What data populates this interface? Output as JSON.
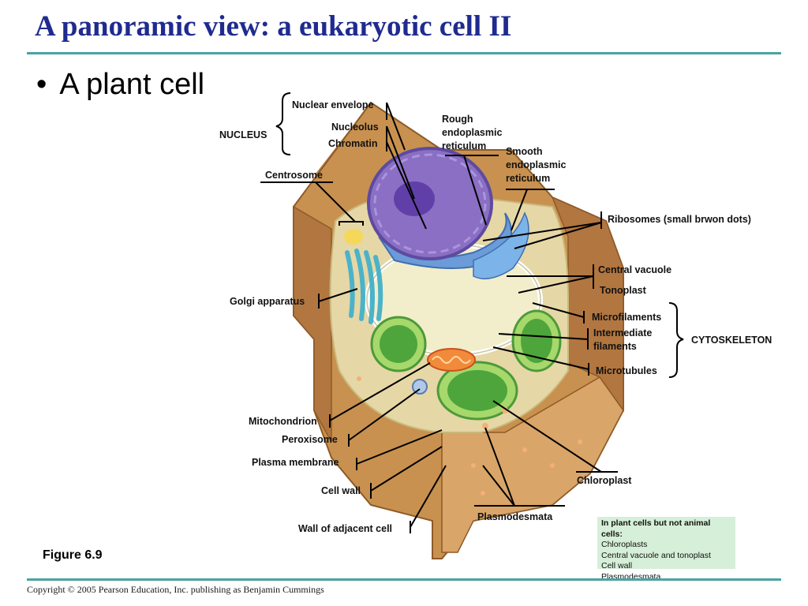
{
  "slide": {
    "title": "A panoramic view: a eukaryotic cell II",
    "bullet": "A plant cell",
    "figure": "Figure 6.9",
    "copyright": "Copyright © 2005 Pearson Education, Inc. publishing as Benjamin Cummings"
  },
  "labels": {
    "nuclear_envelope": "Nuclear envelope",
    "nucleolus": "Nucleolus",
    "chromatin": "Chromatin",
    "nucleus": "NUCLEUS",
    "rough_er_1": "Rough",
    "rough_er_2": "endoplasmic",
    "rough_er_3": "reticulum",
    "smooth_er_1": "Smooth",
    "smooth_er_2": "endoplasmic",
    "smooth_er_3": "reticulum",
    "centrosome": "Centrosome",
    "ribosomes": "Ribosomes (small brwon dots)",
    "central_vacuole": "Central vacuole",
    "tonoplast": "Tonoplast",
    "golgi": "Golgi apparatus",
    "microfilaments": "Microfilaments",
    "intermediate_1": "Intermediate",
    "intermediate_2": "filaments",
    "cytoskeleton": "CYTOSKELETON",
    "microtubules": "Microtubules",
    "mitochondrion": "Mitochondrion",
    "peroxisome": "Peroxisome",
    "plasma_membrane": "Plasma membrane",
    "chloroplast": "Chloroplast",
    "cell_wall": "Cell wall",
    "plasmodesmata": "Plasmodesmata",
    "wall_adjacent": "Wall of adjacent cell"
  },
  "note": {
    "title": "In plant cells but not animal cells:",
    "items": [
      "Chloroplasts",
      "Central vacuole and tonoplast",
      "Cell wall",
      "Plasmodesmata"
    ]
  },
  "colors": {
    "title": "#1f2b8f",
    "rule": "#4aa3a3",
    "cell_wall": "#c8914f",
    "nucleus": "#8a6fc4",
    "chloroplast": "#5bb348",
    "golgi": "#4bb3c9",
    "note_bg": "#d6efd8"
  }
}
